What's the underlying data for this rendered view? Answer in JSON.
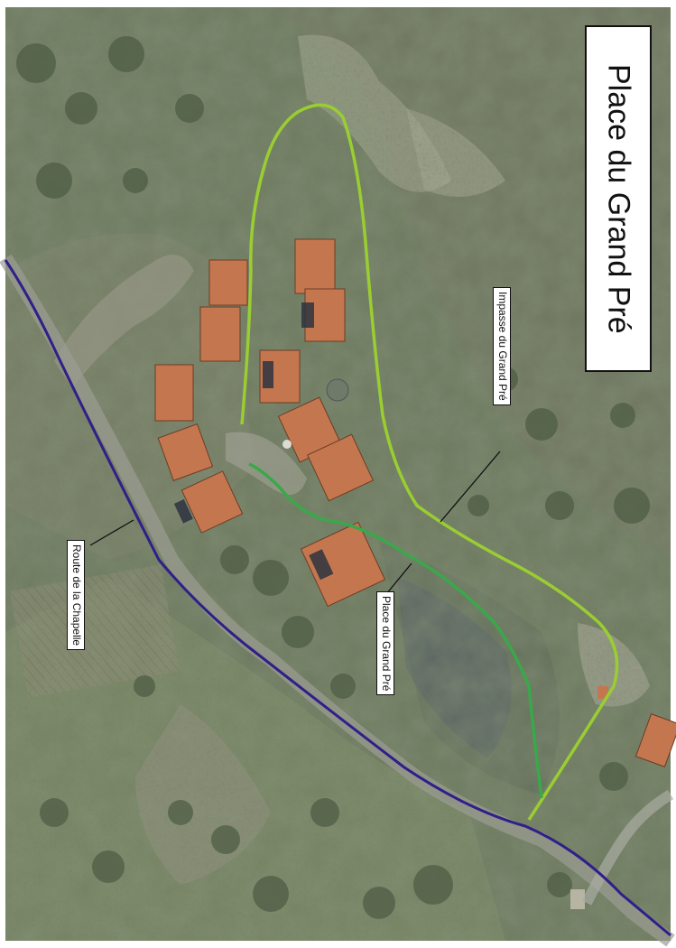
{
  "title": "Place du Grand Pré",
  "labels": {
    "route": "Route de la Chapelle",
    "impasse": "Impasse du Grand Pré",
    "place": "Place du Grand Pré"
  },
  "colors": {
    "route_line": "#2f1f8a",
    "impasse_line": "#9acd32",
    "place_line": "#3aa84a",
    "background": "#6f7b62",
    "roof": "#c77b55"
  }
}
